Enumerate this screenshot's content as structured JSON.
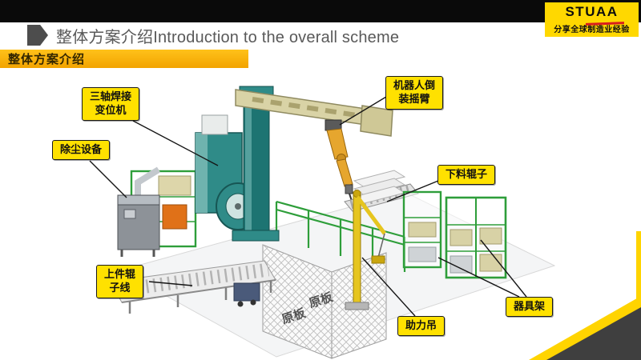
{
  "slide": {
    "title": "整体方案介绍Introduction to the overall scheme",
    "section_banner": "整体方案介绍"
  },
  "brand": {
    "logo_text": "STUAA",
    "tagline": "分享全球制造业经验",
    "logo_bg": "#FFD800",
    "bar_color": "#0A0A0A"
  },
  "diagram": {
    "callouts": [
      {
        "id": "welding-positioner",
        "label": "三轴焊接\n变位机"
      },
      {
        "id": "robot-flip-arm",
        "label": "机器人倒\n装摇臂"
      },
      {
        "id": "dust-removal",
        "label": "除尘设备"
      },
      {
        "id": "unload-roller",
        "label": "下料辊子"
      },
      {
        "id": "load-roller-line",
        "label": "上件辊\n子线"
      },
      {
        "id": "assist-hoist",
        "label": "助力吊"
      },
      {
        "id": "tool-rack",
        "label": "器具架"
      }
    ],
    "floor_markings": [
      "原板",
      "原板"
    ]
  },
  "colors": {
    "callout_bg": "#FFE100",
    "banner": "#F5A800",
    "accent_dark": "#3F3F3F",
    "machine_teal": "#2F8B88",
    "rack_green": "#2E9E3A"
  }
}
